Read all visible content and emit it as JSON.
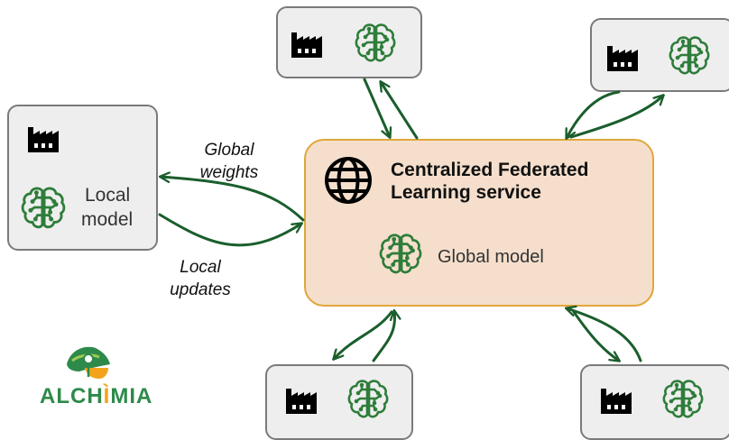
{
  "hub": {
    "title": "Centralized Federated Learning service",
    "subtitle": "Global model"
  },
  "left_client": {
    "label_line1": "Local",
    "label_line2": "model"
  },
  "edge_labels": {
    "global_line1": "Global",
    "global_line2": "weights",
    "local_line1": "Local",
    "local_line2": "updates"
  },
  "logo": {
    "text_part1": "ALCH",
    "text_part2": "Ì",
    "text_part3": "MIA"
  },
  "colors": {
    "arrow": "#1a5e2c",
    "brain": "#2e7d3a",
    "hub_fill": "#f5dfcc",
    "hub_border": "#e0a63a",
    "node_fill": "#eeeeee",
    "node_border": "#7a7a7a",
    "logo_text": "#2e8a4a",
    "logo_accent": "#f2a31b"
  }
}
